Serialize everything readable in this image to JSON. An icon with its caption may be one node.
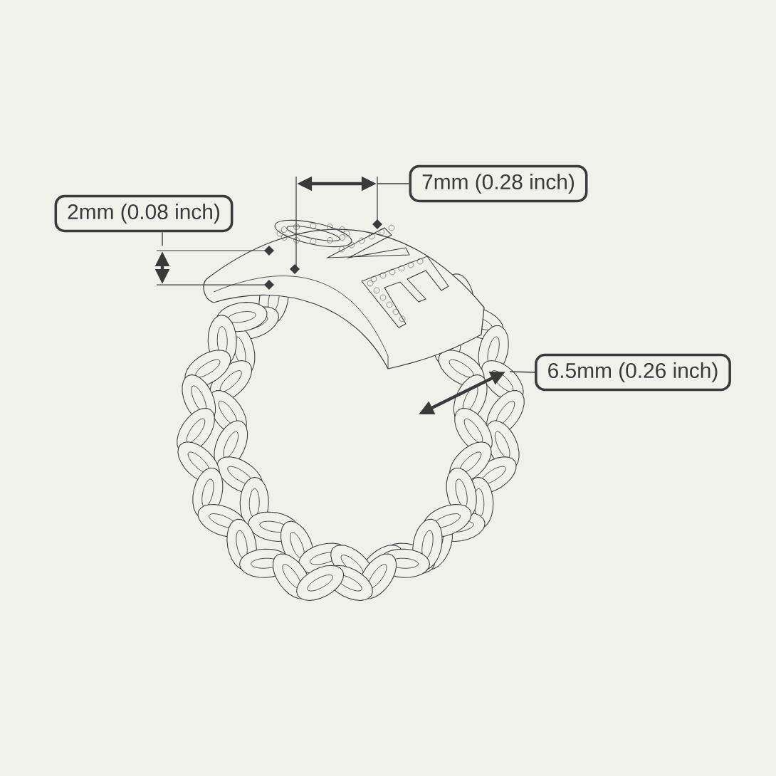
{
  "diagram": {
    "nodes": [
      {
        "text": [
          "2mm (0.08 inch)"
        ]
      },
      {
        "text": [
          "7mm (0.28 inch)"
        ]
      },
      {
        "text": [
          "6.5mm (0.26 inch)"
        ]
      }
    ],
    "edges": [
      {
        "from": 0,
        "to": null,
        "arrow": "none"
      },
      {
        "from": 1,
        "to": null,
        "arrow": "none"
      },
      {
        "from": 2,
        "to": null,
        "arrow": "none"
      }
    ]
  }
}
